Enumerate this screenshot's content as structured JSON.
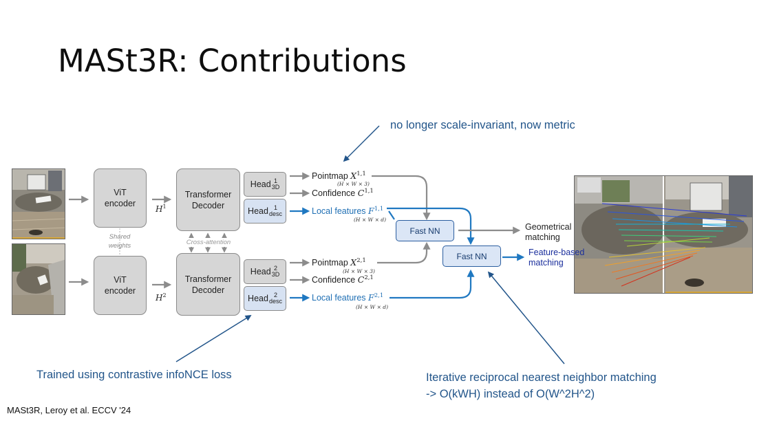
{
  "slide": {
    "title": "MASt3R: Contributions",
    "citation": "MASt3R, Leroy et al. ECCV '24",
    "annotations": {
      "scale": "no longer scale-invariant, now metric",
      "trained": "Trained using contrastive infoNCE loss",
      "iterative_line1": "Iterative reciprocal nearest neighbor matching",
      "iterative_line2": "-> O(kWH) instead of O(W^2H^2)"
    }
  },
  "diagram": {
    "vit_label_1": "ViT",
    "vit_label_2": "encoder",
    "transformer_label_1": "Transformer",
    "transformer_label_2": "Decoder",
    "shared_weights_1": "Shared",
    "shared_weights_2": "weights",
    "cross_attention": "Cross-attention",
    "head_text": "Head",
    "head_sup_1": "1",
    "head_sup_2": "2",
    "head_sub_3d": "3D",
    "head_sub_desc": "desc",
    "h_var": "H",
    "h_sup_1": "1",
    "h_sup_2": "2",
    "pointmap": "Pointmap",
    "confidence": "Confidence",
    "local_features": "Local features",
    "x_var": "X",
    "c_var": "C",
    "f_var": "F",
    "sup_11": "1,1",
    "sup_21": "2,1",
    "dims_hw3": "(H × W × 3)",
    "dims_hwd": "(H × W × d)",
    "fast_nn": "Fast NN",
    "geometrical_1": "Geometrical",
    "geometrical_2": "matching",
    "feature_1": "Feature-based",
    "feature_2": "matching"
  },
  "colors": {
    "annotation": "#22558a",
    "arrow_gray": "#8c8c8c",
    "arrow_blue": "#1f78c1",
    "box_gray": "#d6d6d6",
    "box_blue": "#d7e2f2",
    "feature_label": "#1a2e9c"
  }
}
